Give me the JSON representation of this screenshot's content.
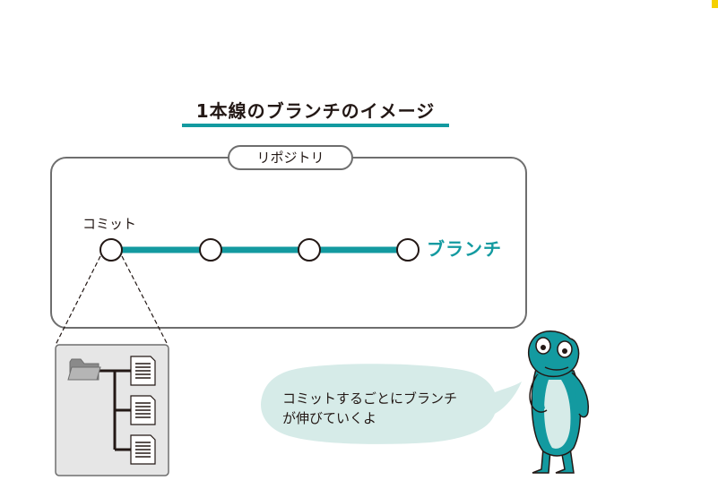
{
  "diagram": {
    "title": "1本線のブランチのイメージ",
    "repository_label": "リポジトリ",
    "commit_label": "コミット",
    "branch_label": "ブランチ",
    "commit_count": 4,
    "speech_bubble": {
      "line1": "コミットするごとにブランチ",
      "line2": "が伸びていくよ"
    },
    "detail": {
      "folder_icon": "folder-icon",
      "file_icon": "document-icon",
      "file_count": 3
    },
    "colors": {
      "accent": "#139aa0",
      "border": "#6e6e6e",
      "detail_bg": "#e6e6e6",
      "bubble_bg": "#d6ebe8",
      "mascot": "#139aa0"
    }
  }
}
